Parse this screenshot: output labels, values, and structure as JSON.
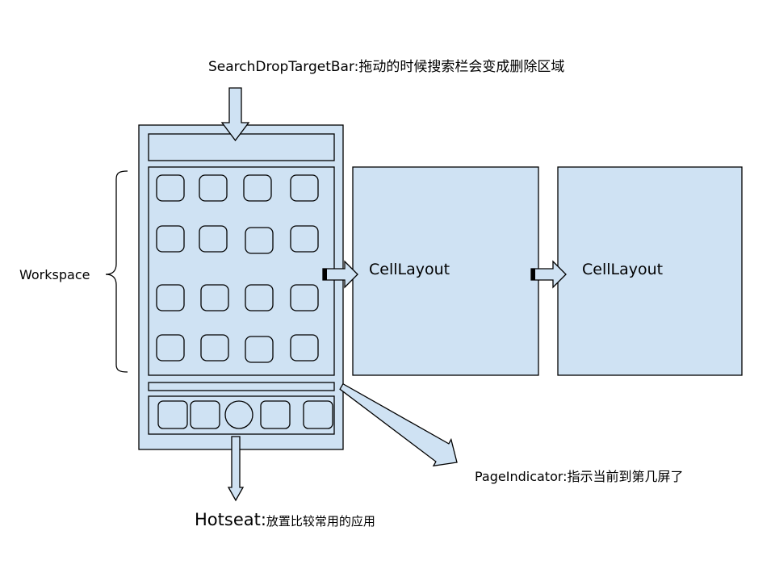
{
  "labels": {
    "search_drop_target_bar": "SearchDropTargetBar:拖动的时候搜索栏会变成删除区域",
    "workspace": "Workspace",
    "cell_layout_1": "CellLayout",
    "cell_layout_2": "CellLayout",
    "page_indicator": "PageIndicator:指示当前到第几屏了",
    "hotseat_name": "Hotseat:",
    "hotseat_desc": "放置比较常用的应用"
  },
  "colors": {
    "fill": "#cfe2f3",
    "stroke": "#000000",
    "background": "#ffffff"
  }
}
